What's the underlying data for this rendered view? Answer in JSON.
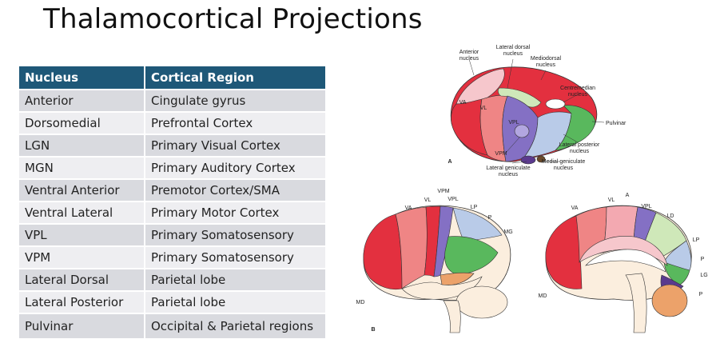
{
  "title": "Thalamocortical Projections",
  "table": {
    "headers": [
      "Nucleus",
      "Cortical Region"
    ],
    "rows": [
      [
        "Anterior",
        "Cingulate gyrus"
      ],
      [
        "Dorsomedial",
        "Prefrontal Cortex"
      ],
      [
        "LGN",
        "Primary Visual Cortex"
      ],
      [
        "MGN",
        "Primary Auditory Cortex"
      ],
      [
        "Ventral Anterior",
        "Premotor Cortex/SMA"
      ],
      [
        "Ventral Lateral",
        "Primary Motor Cortex"
      ],
      [
        "VPL",
        "Primary Somatosensory"
      ],
      [
        "VPM",
        "Primary Somatosensory"
      ],
      [
        "Lateral Dorsal",
        "Parietal lobe"
      ],
      [
        "Lateral Posterior",
        "Parietal lobe"
      ],
      [
        "Pulvinar",
        "Occipital & Parietal regions"
      ]
    ]
  },
  "figure_a": {
    "panel_label": "A",
    "labels": {
      "anterior": "Anterior\nnucleus",
      "lateral_dorsal": "Lateral dorsal\nnucleus",
      "mediodorsal": "Mediodorsal\nnucleus",
      "centremedian": "Centremedian\nnucleus",
      "pulvinar": "Pulvinar",
      "lateral_posterior": "Lateral posterior\nnucleus",
      "medial_geniculate": "Medial geniculate\nnucleus",
      "lateral_geniculate": "Lateral geniculate\nnucleus",
      "vpm": "VPM",
      "va": "VA",
      "vl": "VL",
      "vpl": "VPL"
    }
  },
  "figure_b": {
    "panel_label": "B",
    "lateral_labels": {
      "va": "VA",
      "vl": "VL",
      "vpm": "VPM",
      "vpl": "VPL",
      "lp": "LP",
      "p": "P",
      "mg": "MG",
      "md": "MD"
    },
    "medial_labels": {
      "va": "VA",
      "vl": "VL",
      "a": "A",
      "vpl": "VPL",
      "ld": "LD",
      "lp": "LP",
      "p1": "P",
      "lg": "LG",
      "p2": "P",
      "md": "MD"
    }
  },
  "colors": {
    "header_bg": "#1e5878",
    "row_odd": "#d9dadf",
    "row_even": "#eeeef1",
    "red": "#e3303f",
    "salmon": "#ef8585",
    "pink": "#f6c7cc",
    "purple": "#8470c4",
    "lavender": "#b2a6e0",
    "green": "#59b85d",
    "light_blue": "#b9cbe8",
    "dark_purple": "#5b3a8e",
    "orange": "#eca26a"
  }
}
